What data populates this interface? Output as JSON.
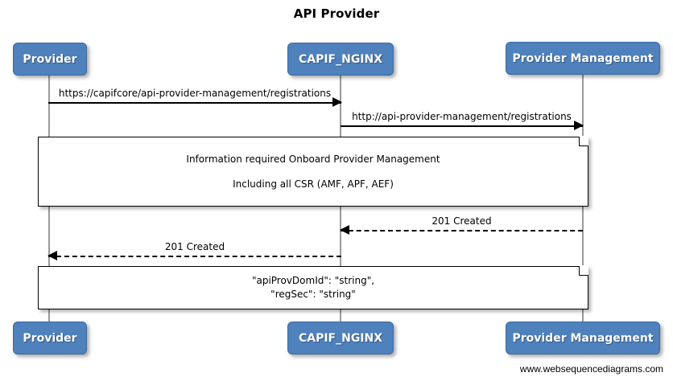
{
  "diagram": {
    "title": "API Provider",
    "type": "sequence-diagram",
    "watermark": "www.websequencediagrams.com",
    "colors": {
      "actor_fill": "#4f81bd",
      "actor_text": "#ffffff",
      "lifeline": "#9a9a9a",
      "note_fill": "#ffffff",
      "line": "#000000",
      "background": "#ffffff"
    }
  },
  "participants": [
    {
      "id": "provider",
      "label": "Provider"
    },
    {
      "id": "capif_nginx",
      "label": "CAPIF_NGINX"
    },
    {
      "id": "provider_management",
      "label": "Provider Management"
    }
  ],
  "messages": [
    {
      "id": "msg-1",
      "label": "https://capifcore/api-provider-management/registrations",
      "from": "provider",
      "to": "capif_nginx",
      "style": "solid",
      "direction": "right"
    },
    {
      "id": "msg-2",
      "label": "http://api-provider-management/registrations",
      "from": "capif_nginx",
      "to": "provider_management",
      "style": "solid",
      "direction": "right"
    },
    {
      "id": "msg-3",
      "label": "201 Created",
      "from": "provider_management",
      "to": "capif_nginx",
      "style": "dashed",
      "direction": "left"
    },
    {
      "id": "msg-4",
      "label": "201 Created",
      "from": "capif_nginx",
      "to": "provider",
      "style": "dashed",
      "direction": "left"
    }
  ],
  "notes": [
    {
      "id": "note-1",
      "line1": "Information required Onboard Provider Management",
      "line2": "Including all CSR (AMF, APF, AEF)"
    },
    {
      "id": "note-2",
      "line1": "\"apiProvDomId\": \"string\",",
      "line2": "\"regSec\": \"string\""
    }
  ]
}
